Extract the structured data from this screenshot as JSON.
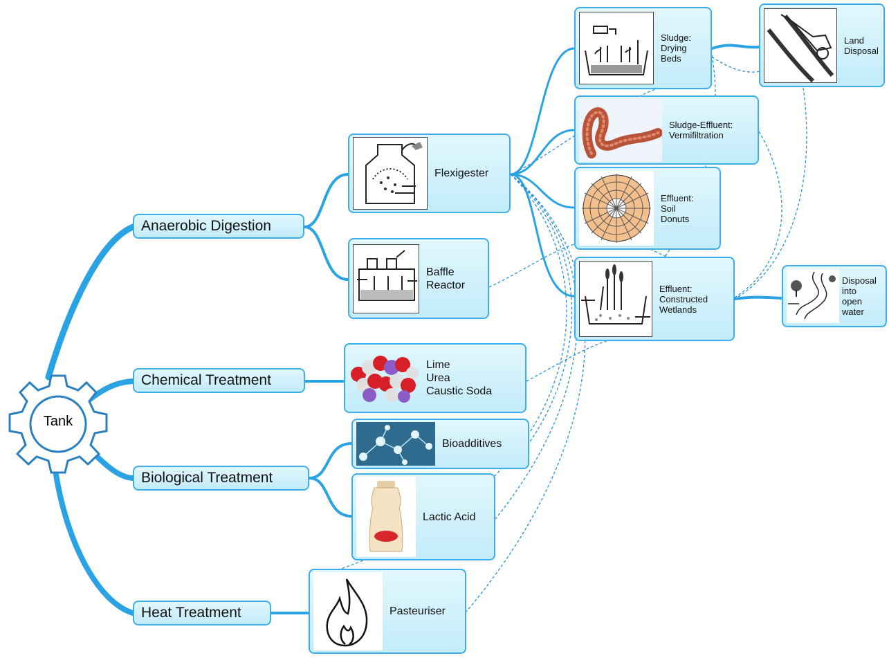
{
  "root": {
    "label": "Tank",
    "icon": "gear-icon"
  },
  "categories": {
    "anaerobic": "Anaerobic Digestion",
    "chemical": "Chemical Treatment",
    "biological": "Biological Treatment",
    "heat": "Heat Treatment"
  },
  "technologies": {
    "flexigester": {
      "label": "Flexigester",
      "icon": "flexigester-sketch-icon"
    },
    "baffle": {
      "lines": [
        "Baffle",
        "Reactor"
      ],
      "icon": "baffle-reactor-sketch-icon"
    },
    "chemicals": {
      "lines": [
        "Lime",
        "Urea",
        "Caustic Soda"
      ],
      "icon": "molecule-model-icon"
    },
    "bioadditives": {
      "label": "Bioadditives",
      "icon": "molecular-network-icon"
    },
    "lactic": {
      "label": "Lactic Acid",
      "icon": "yakult-bottle-icon"
    },
    "pasteuriser": {
      "label": "Pasteuriser",
      "icon": "flame-icon"
    }
  },
  "outputs": {
    "drying": {
      "lines": [
        "Sludge:",
        "Drying",
        "Beds"
      ],
      "icon": "drying-bed-sketch-icon"
    },
    "vermi": {
      "lines": [
        "Sludge-Effluent:",
        "Vermifiltration"
      ],
      "icon": "earthworm-icon"
    },
    "donuts": {
      "lines": [
        "Effluent:",
        "Soil",
        "Donuts"
      ],
      "icon": "soil-donut-icon"
    },
    "wetlands": {
      "lines": [
        "Effluent:",
        "Constructed",
        "Wetlands"
      ],
      "icon": "wetland-sketch-icon"
    },
    "land": {
      "lines": [
        "Land",
        "Disposal"
      ],
      "icon": "wheelbarrow-sketch-icon"
    },
    "water": {
      "lines": [
        "Disposal",
        "into",
        "open",
        "water"
      ],
      "icon": "river-sketch-icon"
    }
  },
  "colors": {
    "branch": "#29a3e3",
    "dashed": "#2a8fd6",
    "node_border": "#3daee9",
    "node_fill": "#d2f2fb"
  }
}
